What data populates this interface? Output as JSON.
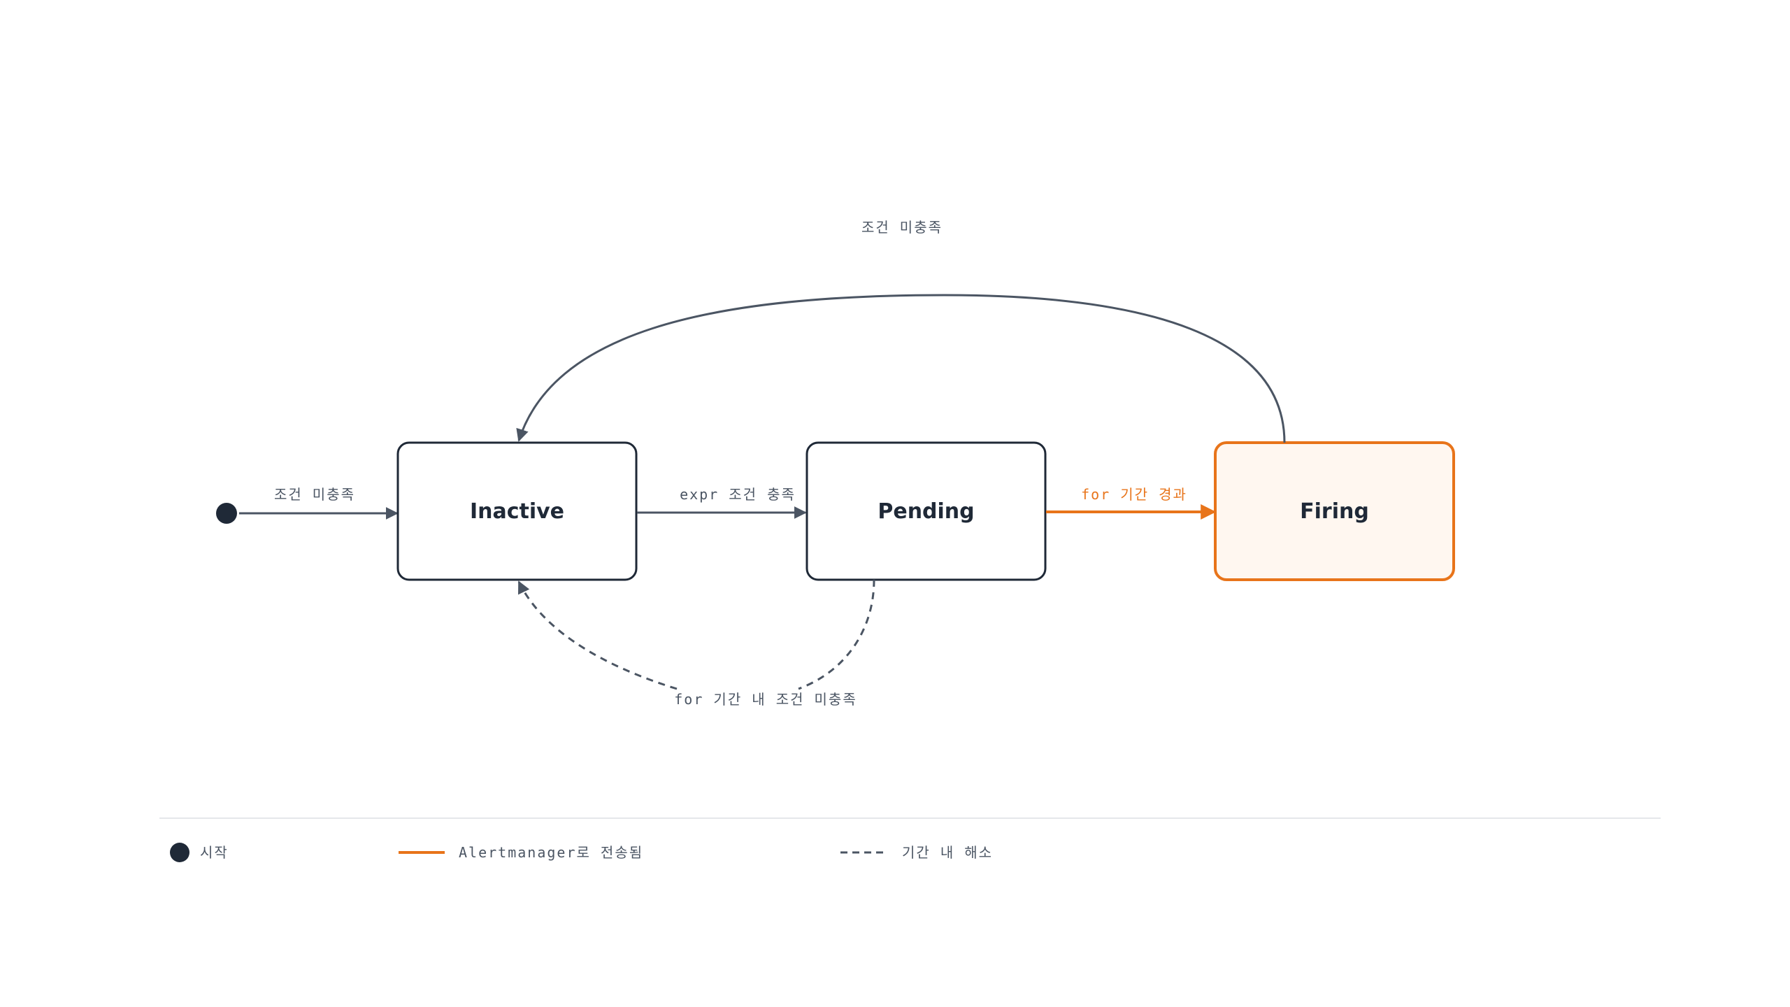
{
  "colors": {
    "ink": "#1f2937",
    "line": "#4b5563",
    "accent": "#e8741a",
    "accent_fill": "#fff7f0",
    "divider": "#e5e7eb"
  },
  "states": {
    "inactive": "Inactive",
    "pending": "Pending",
    "firing": "Firing"
  },
  "edges": {
    "start_to_inactive": "조건 미충족",
    "inactive_to_pending": "expr 조건 충족",
    "pending_to_firing": "for 기간 경과",
    "pending_to_inactive": "for 기간 내 조건 미충족",
    "firing_to_inactive": "조건 미충족"
  },
  "legend": {
    "start": "시작",
    "sent": "Alertmanager로 전송됨",
    "resolved": "기간 내 해소"
  }
}
